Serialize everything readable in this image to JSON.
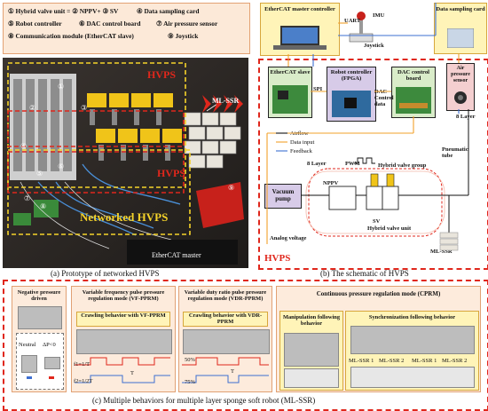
{
  "legend": {
    "items": [
      "① Hybrid valve unit = ② NPPV+ ③ SV",
      "④ Data sampling card",
      "⑤ Robot controller",
      "⑥ DAC control board",
      "⑦ Air pressure sensor",
      "⑧ Communication module (EtherCAT slave)",
      "⑨ Joystick"
    ]
  },
  "photo": {
    "hvps_top": "HVPS",
    "hvps_mid": "HVPS",
    "ml_ssr": "ML-SSR",
    "networked": "Networked HVPS",
    "ethercat_master": "EtherCAT master",
    "markers": [
      "①",
      "②",
      "③",
      "④",
      "⑤",
      "⑥",
      "⑦",
      "⑧",
      "⑨"
    ],
    "caption": "(a) Prototype of networked HVPS"
  },
  "schematic": {
    "master": "EtherCAT master controller",
    "uart": "UART",
    "imu": "IMU",
    "joystick": "Joystick",
    "sampling_card": "Data sampling card",
    "slave": "EtherCAT slave",
    "spi": "SPI",
    "robot_controller": "Robot controller (FPGA)",
    "dac_control_data": "DAC Control data",
    "dac_board": "DAC control board",
    "air_pressure": "Air pressure sensor",
    "eight_layer_right": "8 Layer",
    "pneumatic_tube": "Pneumatic tube",
    "legend_airflow": "Airflow",
    "legend_data": "Data input",
    "legend_feedback": "Feedback",
    "eight_layer_left": "8 Layer",
    "pwm": "PWM",
    "hybrid_group": "Hybrid valve group",
    "nppv": "NPPV",
    "vacuum_pump": "Vacuum pump",
    "sv": "SV",
    "hybrid_unit": "Hybrid valve unit",
    "analog_voltage": "Analog voltage",
    "ml_ssr": "ML-SSR",
    "hvps": "HVPS",
    "caption": "(b) The schematic of HVPS"
  },
  "behaviors": {
    "negative": {
      "title": "Negative pressure driven",
      "neutral": "Neutral",
      "dp": "ΔP<0"
    },
    "vfpprm": {
      "title": "Variable frequency pulse pressure regulation mode (VF-PPRM)",
      "sub": "Crawling behavior with VF-PPRM",
      "f1": "f1=1/T",
      "f2": "f2=1/2T",
      "t": "T"
    },
    "vdrpprm": {
      "title": "Variable duty ratio pulse pressure regulation mode (VDR-PPRM)",
      "sub": "Crawling behavior with VDR-PPRM",
      "d50": "50%",
      "d75": "75%",
      "t": "T"
    },
    "cprm": {
      "title": "Continuous pressure regulation mode (CPRM)",
      "manip": "Manipulation following behavior",
      "sync": "Synchronization following behavior",
      "labels": [
        "ML-SSR 1",
        "ML-SSR 2",
        "ML-SSR 1",
        "ML-SSR 2"
      ]
    },
    "caption": "(c) Multiple behaviors for multiple layer sponge soft robot (ML-SSR)"
  },
  "colors": {
    "red": "#e0271c",
    "blue": "#3d6fd1",
    "orange": "#f2a02a",
    "panel": "#fdebdc",
    "yellow": "#fff4b8",
    "green_block": "#d9ecc9",
    "lilac_block": "#d7cbe8",
    "blue_block": "#cfe0f1",
    "pink_block": "#f4cfd0"
  }
}
